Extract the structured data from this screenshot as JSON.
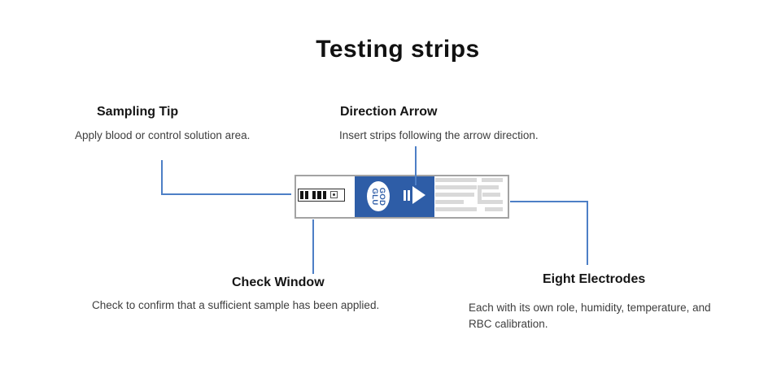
{
  "title": "Testing strips",
  "annotations": {
    "sampling_tip": {
      "heading": "Sampling Tip",
      "description": "Apply blood or control solution area."
    },
    "direction_arrow": {
      "heading": "Direction Arrow",
      "description": "Insert strips following the arrow direction."
    },
    "check_window": {
      "heading": "Check Window",
      "description": "Check to confirm that a sufficient sample has been applied."
    },
    "eight_electrodes": {
      "heading": "Eight Electrodes",
      "description": "Each with its own role, humidity, temperature, and RBC calibration."
    }
  },
  "strip": {
    "badge": {
      "text_left_column": "GLU",
      "text_right_column": "GOD"
    }
  },
  "colors": {
    "strip_blue": "#2e5da7",
    "connector_blue": "#4d7fc6",
    "electrode_gray": "#d9d9d9"
  }
}
